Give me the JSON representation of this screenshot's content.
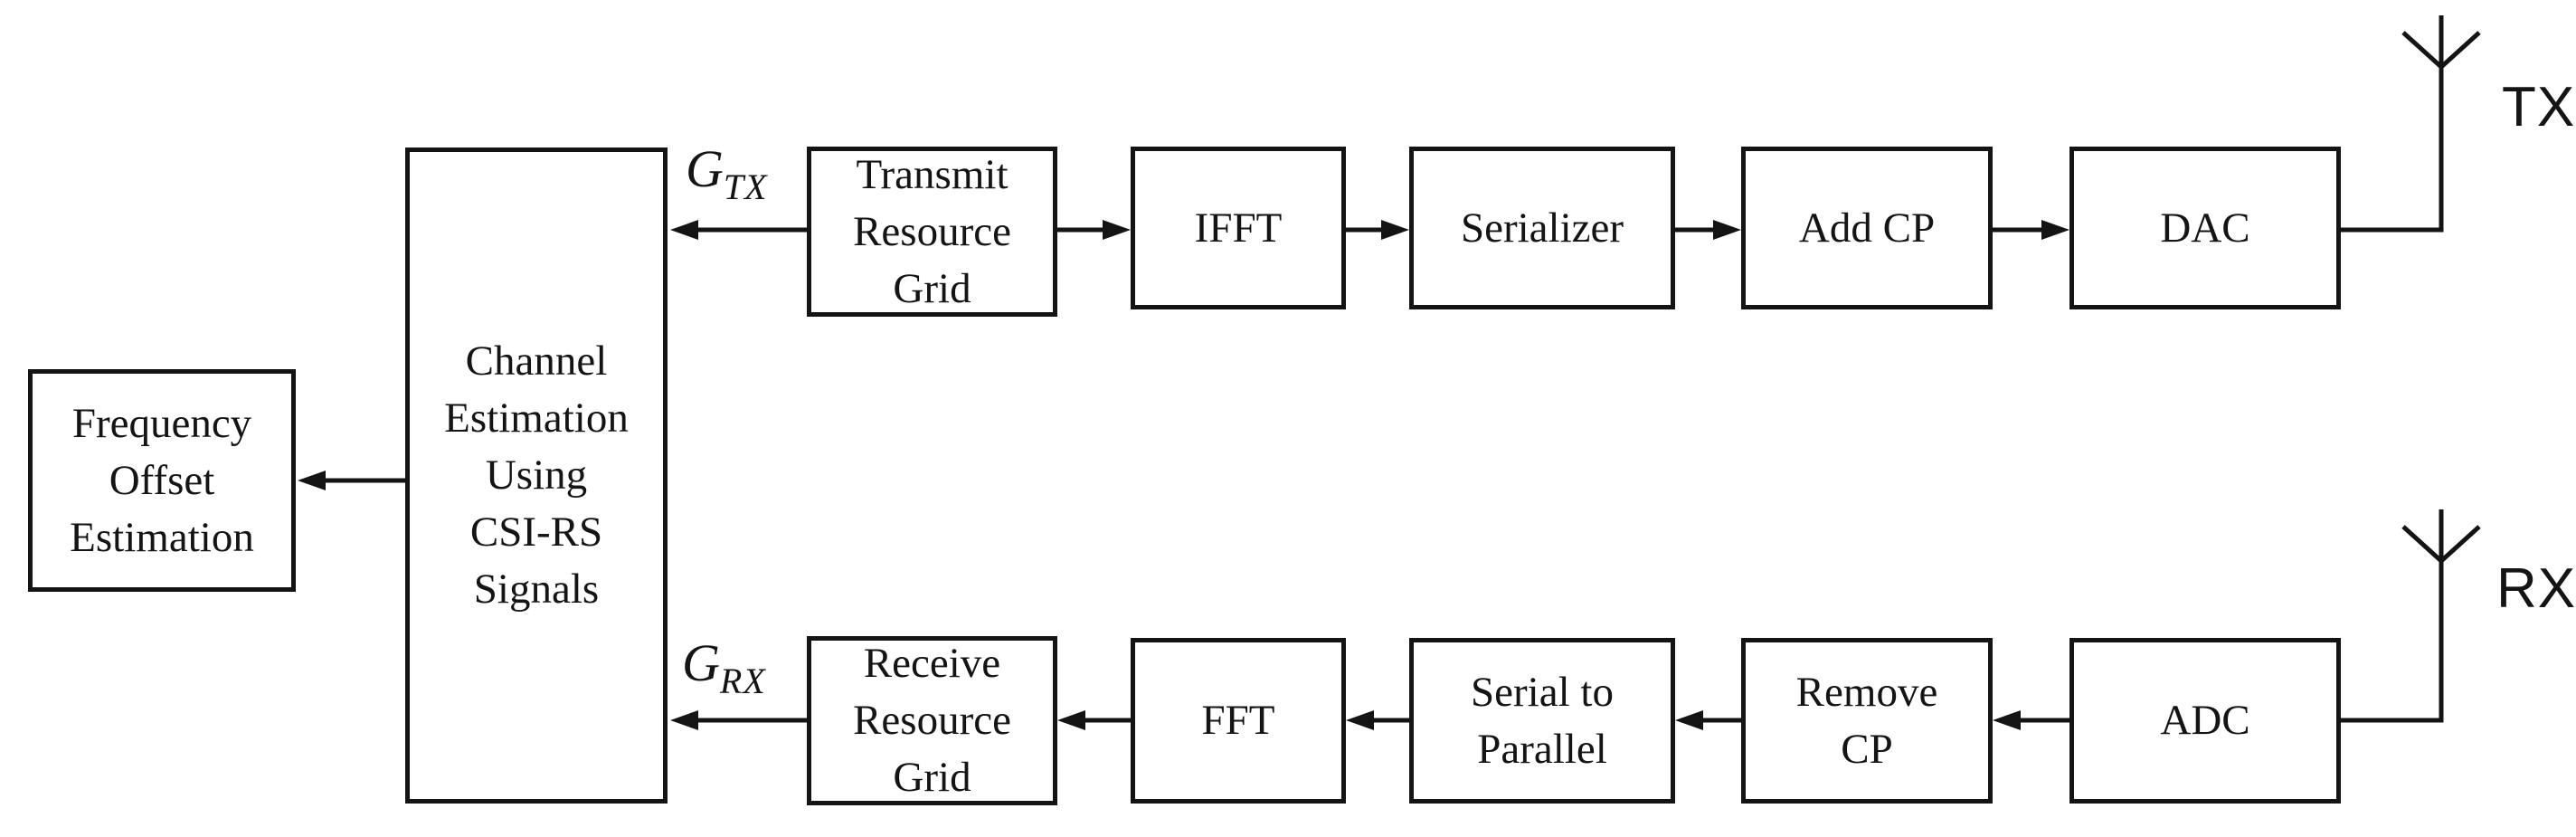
{
  "colors": {
    "ink": "#141414",
    "background": "#ffffff"
  },
  "blocks": {
    "frequency_offset_estimation": "Frequency\nOffset\nEstimation",
    "channel_estimation": "Channel\nEstimation\nUsing\nCSI-RS\nSignals",
    "transmit_resource_grid": "Transmit\nResource\nGrid",
    "ifft": "IFFT",
    "serializer": "Serializer",
    "add_cp": "Add CP",
    "dac": "DAC",
    "receive_resource_grid": "Receive\nResource\nGrid",
    "fft": "FFT",
    "serial_to_parallel": "Serial to\nParallel",
    "remove_cp": "Remove\nCP",
    "adc": "ADC"
  },
  "labels": {
    "tx_gain_base": "G",
    "tx_gain_sub": "TX",
    "rx_gain_base": "G",
    "rx_gain_sub": "RX",
    "tx_antenna": "TX",
    "rx_antenna": "RX"
  }
}
